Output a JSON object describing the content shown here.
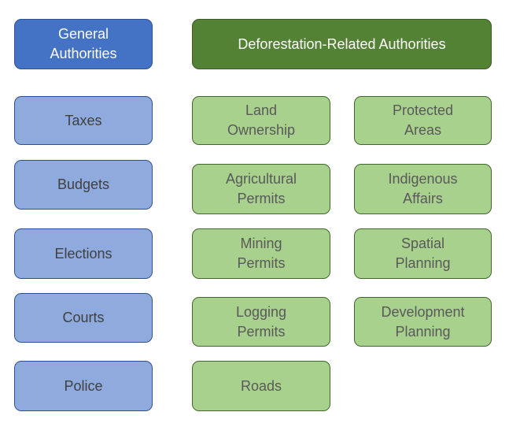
{
  "headers": {
    "general": "General Authorities",
    "deforestation": "Deforestation-Related Authorities"
  },
  "general_authorities": [
    "Taxes",
    "Budgets",
    "Elections",
    "Courts",
    "Police"
  ],
  "deforestation_authorities_col1": [
    "Land Ownership",
    "Agricultural Permits",
    "Mining Permits",
    "Logging Permits",
    "Roads"
  ],
  "deforestation_authorities_col2": [
    "Protected Areas",
    "Indigenous Affairs",
    "Spatial Planning",
    "Development Planning"
  ],
  "colors": {
    "general_header": "#4472c4",
    "deforestation_header": "#548235",
    "general_item": "#8faadc",
    "deforestation_item": "#a9d18e"
  }
}
